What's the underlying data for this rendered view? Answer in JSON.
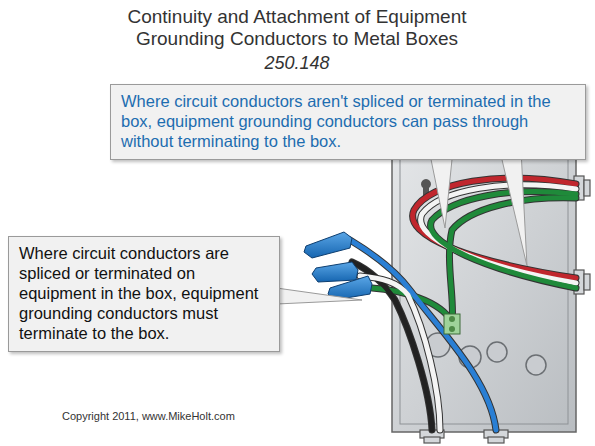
{
  "diagram": {
    "title": "Continuity and Attachment of Equipment Grounding Conductors to Metal Boxes",
    "nodes": [
      {
        "text": [
          "Where circuit conductors aren't spliced or terminated in the box, equipment grounding conductors can pass through without terminating to the box."
        ]
      },
      {
        "text": [
          "Where circuit conductors are spliced or terminated on equipment in the box, equipment grounding conductors must terminate to the box."
        ]
      }
    ],
    "labels": [
      "250.148",
      "Copyright 2011, www.MikeHolt.com"
    ]
  }
}
